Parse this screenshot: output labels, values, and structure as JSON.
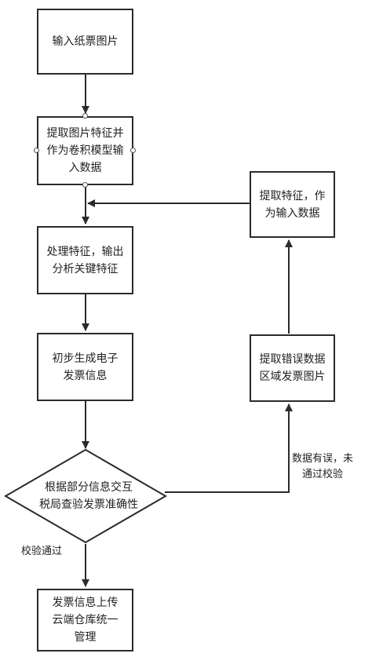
{
  "nodes": {
    "input_paper_invoice": "输入纸票图片",
    "extract_cnn_input": "提取图片特征并\n作为卷积模型输\n入数据",
    "process_features": "处理特征，输出\n分析关键特征",
    "generate_e_invoice": "初步生成电子\n发票信息",
    "verify_with_tax": "根据部分信息交互\n税局查验发票准确性",
    "upload_cloud": "发票信息上传\n云端仓库统一\n管理",
    "extract_error_region": "提取错误数据\n区域发票图片",
    "extract_features_again": "提取特征，作\n为输入数据"
  },
  "edge_labels": {
    "pass": "校验通过",
    "fail": "数据有误，未\n通过校验"
  }
}
